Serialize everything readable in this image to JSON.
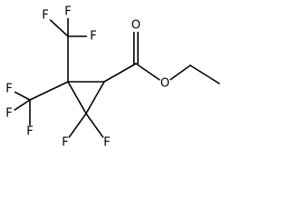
{
  "molecule": {
    "atoms": [
      {
        "id": "c-ring-top",
        "element": "C"
      },
      {
        "id": "c-ring-right",
        "element": "C"
      },
      {
        "id": "c-ring-bottom",
        "element": "C"
      },
      {
        "id": "c-cf3-upper",
        "element": "C"
      },
      {
        "id": "f-cf3u-1",
        "element": "F",
        "label": "F"
      },
      {
        "id": "f-cf3u-2",
        "element": "F",
        "label": "F"
      },
      {
        "id": "f-cf3u-3",
        "element": "F",
        "label": "F"
      },
      {
        "id": "c-cf3-lower",
        "element": "C"
      },
      {
        "id": "f-cf3l-1",
        "element": "F",
        "label": "F"
      },
      {
        "id": "f-cf3l-2",
        "element": "F",
        "label": "F"
      },
      {
        "id": "f-cf3l-3",
        "element": "F",
        "label": "F"
      },
      {
        "id": "f-ring-1",
        "element": "F",
        "label": "F"
      },
      {
        "id": "f-ring-2",
        "element": "F",
        "label": "F"
      },
      {
        "id": "c-carbonyl",
        "element": "C"
      },
      {
        "id": "o-carbonyl",
        "element": "O",
        "label": "O"
      },
      {
        "id": "o-ester",
        "element": "O",
        "label": "O"
      },
      {
        "id": "c-ethyl-1",
        "element": "C"
      },
      {
        "id": "c-ethyl-2",
        "element": "C"
      }
    ],
    "bonds": [
      {
        "a": "c-ring-top",
        "b": "c-ring-right",
        "order": 1
      },
      {
        "a": "c-ring-right",
        "b": "c-ring-bottom",
        "order": 1
      },
      {
        "a": "c-ring-bottom",
        "b": "c-ring-top",
        "order": 1
      },
      {
        "a": "c-ring-top",
        "b": "c-cf3-upper",
        "order": 1
      },
      {
        "a": "c-cf3-upper",
        "b": "f-cf3u-1",
        "order": 1
      },
      {
        "a": "c-cf3-upper",
        "b": "f-cf3u-2",
        "order": 1
      },
      {
        "a": "c-cf3-upper",
        "b": "f-cf3u-3",
        "order": 1
      },
      {
        "a": "c-ring-top",
        "b": "c-cf3-lower",
        "order": 1
      },
      {
        "a": "c-cf3-lower",
        "b": "f-cf3l-1",
        "order": 1
      },
      {
        "a": "c-cf3-lower",
        "b": "f-cf3l-2",
        "order": 1
      },
      {
        "a": "c-cf3-lower",
        "b": "f-cf3l-3",
        "order": 1
      },
      {
        "a": "c-ring-bottom",
        "b": "f-ring-1",
        "order": 1
      },
      {
        "a": "c-ring-bottom",
        "b": "f-ring-2",
        "order": 1
      },
      {
        "a": "c-ring-right",
        "b": "c-carbonyl",
        "order": 1
      },
      {
        "a": "c-carbonyl",
        "b": "o-carbonyl",
        "order": 2
      },
      {
        "a": "c-carbonyl",
        "b": "o-ester",
        "order": 1
      },
      {
        "a": "o-ester",
        "b": "c-ethyl-1",
        "order": 1
      },
      {
        "a": "c-ethyl-1",
        "b": "c-ethyl-2",
        "order": 1
      }
    ]
  }
}
